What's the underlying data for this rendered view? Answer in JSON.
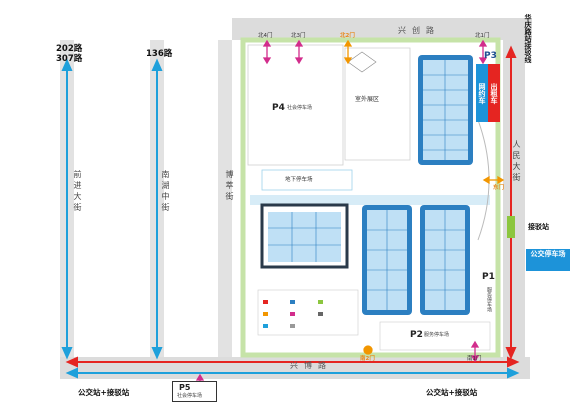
{
  "colors": {
    "road": "#d9d9d9",
    "venue_green": "#c6e3a8",
    "hall_blue": "#2c7fc1",
    "hall_light": "#bfe0f5",
    "hall_dark": "#2a3a4a",
    "arrow_red": "#e52521",
    "arrow_blue": "#1ea0db",
    "gate_pink": "#d22d8c",
    "gate_orange": "#f29600",
    "sign_red": "#e52521",
    "sign_blue": "#1d93d9"
  },
  "roads": {
    "top": "兴创路",
    "bottom": "兴博路",
    "left_inner": "博萃街",
    "right": "人民大街",
    "left1": "前进大街",
    "left2": "南湖中街"
  },
  "bus_routes": {
    "left1": [
      "202路",
      "307路"
    ],
    "left2": "136路",
    "right_top": "华庆路站接驳线"
  },
  "gates": {
    "north4": "北4门",
    "north3": "北3门",
    "north2": "北2门",
    "north1": "北1门",
    "east": "东门",
    "south2": "南2门",
    "south1": "南1门"
  },
  "parking": {
    "p1_code": "P1",
    "p1_name": "服务停车场",
    "p2_code": "P2",
    "p2_name": "服务停车场",
    "p3_code": "P3",
    "p3_sign_a": "网约车",
    "p3_sign_b": "出租车",
    "p4_code": "P4",
    "p4_name": "社会停车场",
    "p5_code": "P5",
    "p5_name": "社会停车场"
  },
  "areas": {
    "outdoor": "室外展区",
    "underground": "地下停车场"
  },
  "signs": {
    "transfer": "接驳站",
    "bus_parking": "公交停车场",
    "bus_transfer_left": "公交站+接驳站",
    "bus_transfer_right": "公交站+接驳站"
  },
  "icons": [
    "entrance-arrow-icon",
    "bus-stop-icon"
  ]
}
